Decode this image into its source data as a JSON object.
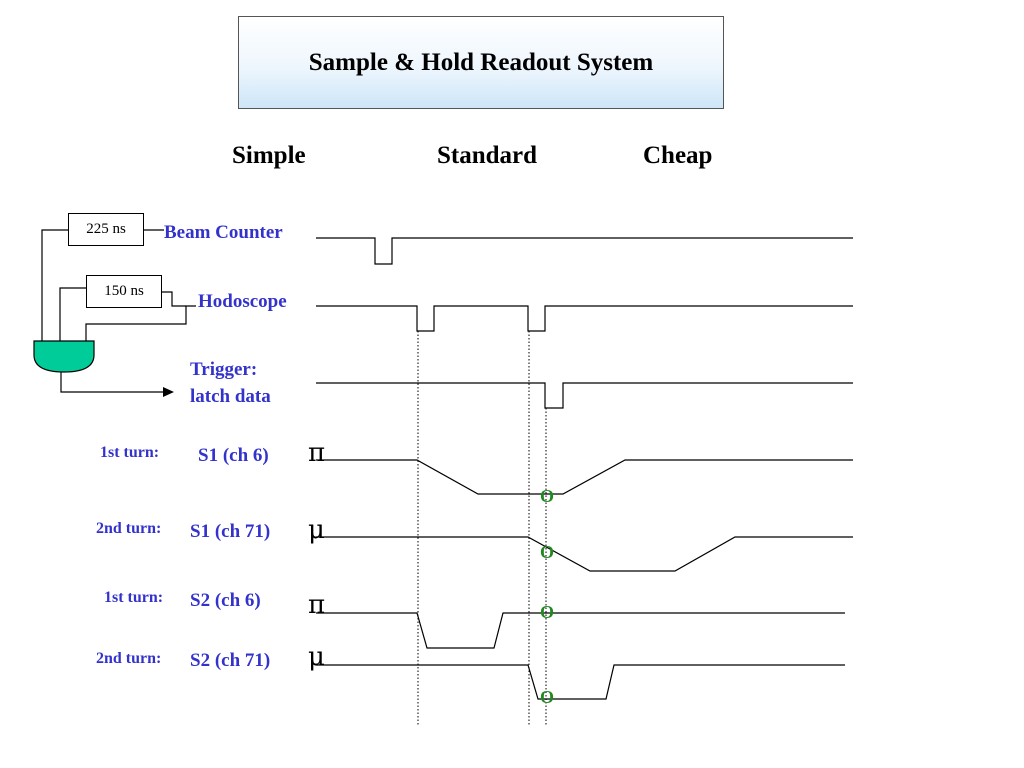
{
  "title": "Sample & Hold Readout System",
  "columns": [
    "Simple",
    "Standard",
    "Cheap"
  ],
  "delays": {
    "beam": "225 ns",
    "hodo": "150 ns"
  },
  "signals": {
    "beam_counter": "Beam Counter",
    "hodoscope": "Hodoscope",
    "trigger_line1": "Trigger:",
    "trigger_line2": "latch data"
  },
  "rows": [
    {
      "turn": "1st turn:",
      "channel": "S1 (ch 6)",
      "particle": "π"
    },
    {
      "turn": "2nd turn:",
      "channel": "S1 (ch 71)",
      "particle": "μ"
    },
    {
      "turn": "1st turn:",
      "channel": "S2 (ch 6)",
      "particle": "π"
    },
    {
      "turn": "2nd turn:",
      "channel": "S2 (ch 71)",
      "particle": "μ"
    }
  ],
  "sample_marker": "O",
  "colors": {
    "label": "#3333cc",
    "marker": "#228822",
    "gate": "#00cc99",
    "box_gradient_end": "#cde6f8"
  }
}
